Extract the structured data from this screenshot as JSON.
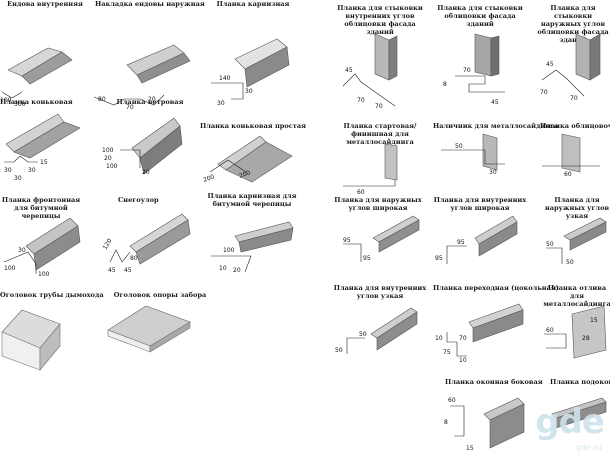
{
  "left_column": [
    {
      "title": "Ендова внутренняя",
      "dims": [
        "100",
        "300"
      ]
    },
    {
      "title": "Накладка ендовы наружная",
      "dims": [
        "80",
        "70",
        "20"
      ]
    },
    {
      "title": "Планка карнизная",
      "dims": [
        "140",
        "30",
        "30"
      ]
    },
    {
      "title": "Планка коньковая",
      "dims": [
        "30",
        "30",
        "15",
        "30"
      ]
    },
    {
      "title": "Планка ветровая",
      "dims": [
        "100",
        "20",
        "100",
        "20"
      ]
    },
    {
      "title": "Планка коньковая простая",
      "dims": [
        "200",
        "200"
      ]
    },
    {
      "title": "Планка фронтонная для битумной черепицы",
      "dims": [
        "30",
        "100",
        "100"
      ]
    },
    {
      "title": "Снегоулор",
      "dims": [
        "120",
        "80",
        "45",
        "45"
      ]
    },
    {
      "title": "Планка карнизная для битумной черепицы",
      "dims": [
        "100",
        "20",
        "10"
      ]
    },
    {
      "title": "Оголовок трубы дымохода",
      "dims": []
    },
    {
      "title": "Оголовок опоры забора",
      "dims": []
    }
  ],
  "right_column": [
    {
      "title": "Планка для стыковки внутренних углов облицовки фасада зданий",
      "dims": [
        "45",
        "70",
        "70"
      ]
    },
    {
      "title": "Планка для стыковки облицовки фасада зданий",
      "dims": [
        "70",
        "8",
        "45"
      ]
    },
    {
      "title": "Планка для стыковки наружных углов облицовки фасада зданий",
      "dims": [
        "45",
        "70",
        "70"
      ]
    },
    {
      "title": "Планка стартовая/финишная для металлосайдинга",
      "dims": [
        "60"
      ]
    },
    {
      "title": "Наличник для металлосайдинга",
      "dims": [
        "50",
        "30"
      ]
    },
    {
      "title": "Планка облицовочная",
      "dims": [
        "60"
      ]
    },
    {
      "title": "Планка для наружных углов широкая",
      "dims": [
        "95",
        "95"
      ]
    },
    {
      "title": "Планка для внутренних углов широкая",
      "dims": [
        "95",
        "95"
      ]
    },
    {
      "title": "Планка для наружных углов узкая",
      "dims": [
        "50",
        "50"
      ]
    },
    {
      "title": "Планка для внутренних углов узкая",
      "dims": [
        "50",
        "50"
      ]
    },
    {
      "title": "Планка переходная (цокольная)",
      "dims": [
        "10",
        "70",
        "75",
        "10"
      ]
    },
    {
      "title": "Планка отлива для металлосайдинга",
      "dims": [
        "60",
        "15",
        "28"
      ]
    },
    {
      "title": "Планка оконная боковая",
      "dims": [
        "60",
        "8",
        "15"
      ]
    },
    {
      "title": "Планка подоконная",
      "dims": []
    }
  ],
  "watermark": {
    "text": "gde",
    "sub": "gde.ru",
    "color": "#cfe3ea"
  }
}
